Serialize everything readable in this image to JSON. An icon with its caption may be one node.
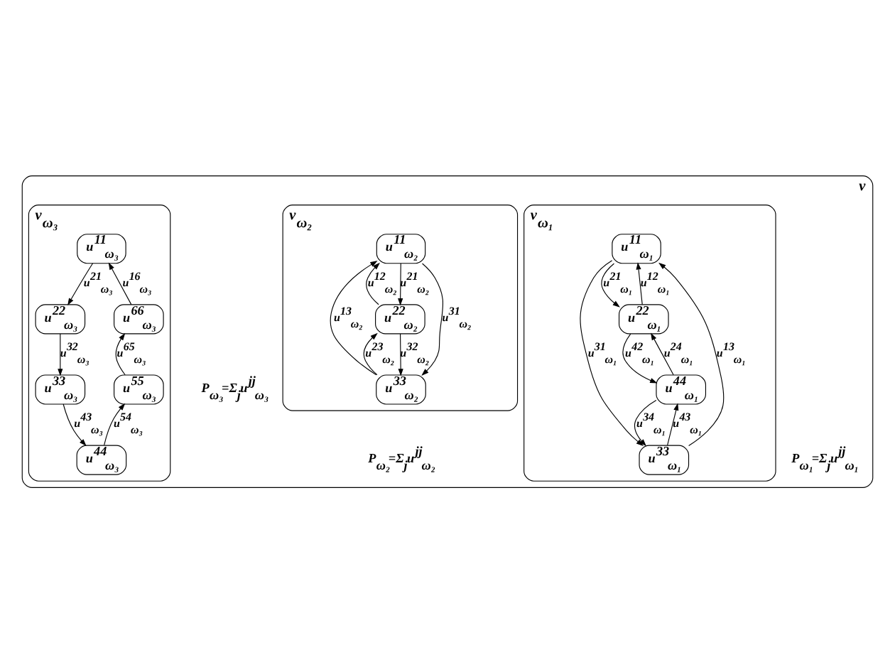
{
  "diagram": {
    "nodes": [
      {
        "text": [
          "ν"
        ]
      },
      {
        "text": [
          "ν$_{ω₁}$"
        ],
        "in": 0,
        "beside": [
          "P$_{ω₁}$=Σ$_{j}$u$^{jj}$$_{ω₁}$"
        ]
      },
      {
        "text": [
          "u$^{11}$$_{ω₁}$"
        ],
        "in": 1
      },
      {
        "text": [
          "u$^{22}$$_{ω₁}$"
        ],
        "in": 1
      },
      {
        "text": [
          "u$^{33}$$_{ω₁}$"
        ],
        "in": 1
      },
      {
        "text": [
          "u$^{44}$$_{ω₁}$"
        ],
        "in": 1
      },
      {
        "text": [
          "ν$_{ω₂}$"
        ],
        "in": 0,
        "beside": [
          "P$_{ω₂}$=Σ$_{j}$u$^{jj}$$_{ω₂}$"
        ]
      },
      {
        "text": [
          "u$^{11}$$_{ω₂}$"
        ],
        "in": 6
      },
      {
        "text": [
          "u$^{22}$$_{ω₂}$"
        ],
        "in": 6
      },
      {
        "text": [
          "u$^{33}$$_{ω₂}$"
        ],
        "in": 6
      },
      {
        "text": [
          "ν$_{ω₃}$"
        ],
        "in": 0,
        "beside": [
          "P$_{ω₃}$=Σ$_{j}$u$^{jj}$$_{ω₃}$"
        ]
      },
      {
        "text": [
          "u$^{11}$$_{ω₃}$"
        ],
        "in": 10
      },
      {
        "text": [
          "u$^{22}$$_{ω₃}$"
        ],
        "in": 10
      },
      {
        "text": [
          "u$^{33}$$_{ω₃}$"
        ],
        "in": 10
      },
      {
        "text": [
          "u$^{44}$$_{ω₃}$"
        ],
        "in": 10
      },
      {
        "text": [
          "u$^{55}$$_{ω₃}$"
        ],
        "in": 10
      },
      {
        "text": [
          "u$^{66}$$_{ω₃}$"
        ],
        "in": 10
      }
    ],
    "edges": [
      {
        "from": 2,
        "to": 3,
        "arrow": "to",
        "label": "u$^{21}$$_{ω₁}$"
      },
      {
        "from": 3,
        "to": 2,
        "arrow": "to",
        "label": "u$^{12}$$_{ω₁}$"
      },
      {
        "from": 4,
        "to": 2,
        "arrow": "to",
        "label": "u$^{13}$$_{ω₁}$"
      },
      {
        "from": 2,
        "to": 4,
        "arrow": "to",
        "label": "u$^{31}$$_{ω₁}$"
      },
      {
        "from": 5,
        "to": 3,
        "arrow": "to",
        "label": "u$^{24}$$_{ω₁}$"
      },
      {
        "from": 3,
        "to": 5,
        "arrow": "to",
        "label": "u$^{42}$$_{ω₁}$"
      },
      {
        "from": 4,
        "to": 5,
        "arrow": "to",
        "label": "u$^{43}$$_{ω₁}$"
      },
      {
        "from": 5,
        "to": 4,
        "arrow": "to",
        "label": "u$^{34}$$_{ω₁}$"
      },
      {
        "from": 8,
        "to": 7,
        "arrow": "to",
        "label": "u$^{12}$$_{ω₂}$"
      },
      {
        "from": 7,
        "to": 8,
        "arrow": "to",
        "label": "u$^{21}$$_{ω₂}$"
      },
      {
        "from": 9,
        "to": 7,
        "arrow": "to",
        "label": "u$^{13}$$_{ω₂}$"
      },
      {
        "from": 7,
        "to": 9,
        "arrow": "to",
        "label": "u$^{31}$$_{ω₂}$"
      },
      {
        "from": 8,
        "to": 9,
        "arrow": "to",
        "label": "u$^{32}$$_{ω₂}$"
      },
      {
        "from": 9,
        "to": 8,
        "arrow": "to",
        "label": "u$^{23}$$_{ω₂}$"
      },
      {
        "from": 11,
        "to": 12,
        "arrow": "to",
        "label": "u$^{21}$$_{ω₃}$"
      },
      {
        "from": 12,
        "to": 13,
        "arrow": "to",
        "label": "u$^{32}$$_{ω₃}$"
      },
      {
        "from": 13,
        "to": 14,
        "arrow": "to",
        "label": "u$^{43}$$_{ω₃}$"
      },
      {
        "from": 14,
        "to": 15,
        "arrow": "to",
        "label": "u$^{54}$$_{ω₃}$"
      },
      {
        "from": 15,
        "to": 16,
        "arrow": "to",
        "label": "u$^{65}$$_{ω₃}$"
      },
      {
        "from": 16,
        "to": 11,
        "arrow": "to",
        "label": "u$^{16}$$_{ω₃}$"
      }
    ]
  }
}
